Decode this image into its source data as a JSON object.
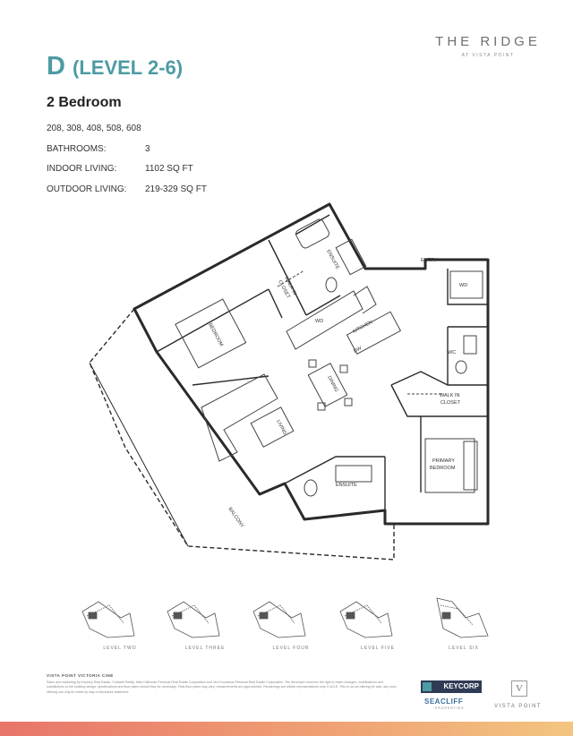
{
  "brand": {
    "name": "THE RIDGE",
    "subtitle": "AT VISTA POINT"
  },
  "plan": {
    "code": "D",
    "levels": "(LEVEL 2-6)",
    "type": "2 Bedroom",
    "units": "208, 308, 408, 508, 608"
  },
  "specs": [
    {
      "label": "BATHROOMS:",
      "value": "3"
    },
    {
      "label": "INDOOR LIVING:",
      "value": "1102 SQ FT"
    },
    {
      "label": "OUTDOOR LIVING:",
      "value": "219-329 SQ FT"
    }
  ],
  "rooms": {
    "entry": "ENTRY",
    "wd_top": "WD",
    "wc": "WC",
    "ensuite_top": "ENSUITE",
    "walk_in_closet_1": "WALK IN",
    "walk_in_closet_2": "CLOSET",
    "wd_mid": "WD",
    "kitchen": "KITCHEN",
    "dw": "DW",
    "bedroom": "BEDROOM",
    "dining": "DINING",
    "living": "LIVING",
    "walk_in_2a": "WALK IN",
    "walk_in_2b": "CLOSET",
    "primary_1": "PRIMARY",
    "primary_2": "BEDROOM",
    "ensuite_bottom": "ENSUITE",
    "balcony": "BALCONY"
  },
  "keyplans": [
    "LEVEL TWO",
    "LEVEL THREE",
    "LEVEL FOUR",
    "LEVEL FIVE",
    "LEVEL SIX"
  ],
  "disclaimer": {
    "title": "VISTA POINT VICTORIA CINE",
    "text": "Sales and marketing by Keycorp Real Estate, Coldwell Realty. Mike Hillhouse Personal Real Estate Corporation and Jeni Kourianos Personal Real Estate Corporation. The developer reserves the right to make changes, modifications and substitutions to the building design, specifications and floor plans should they be necessary. Final floor plans may vary; measurements are approximate. Renderings are artistic representations only. E.&O.E. This is not an offering for sale; any such offering can only be made by way of disclosure statement."
  },
  "logos": {
    "keycorp": "KEYCORP",
    "seacliff": "SEACLIFF",
    "seacliff_sub": "PROPERTIES",
    "vista_mark": "V",
    "vista": "VISTA POINT"
  },
  "colors": {
    "accent": "#4e9ba3",
    "footer_start": "#e8756a",
    "footer_end": "#f3c580"
  }
}
